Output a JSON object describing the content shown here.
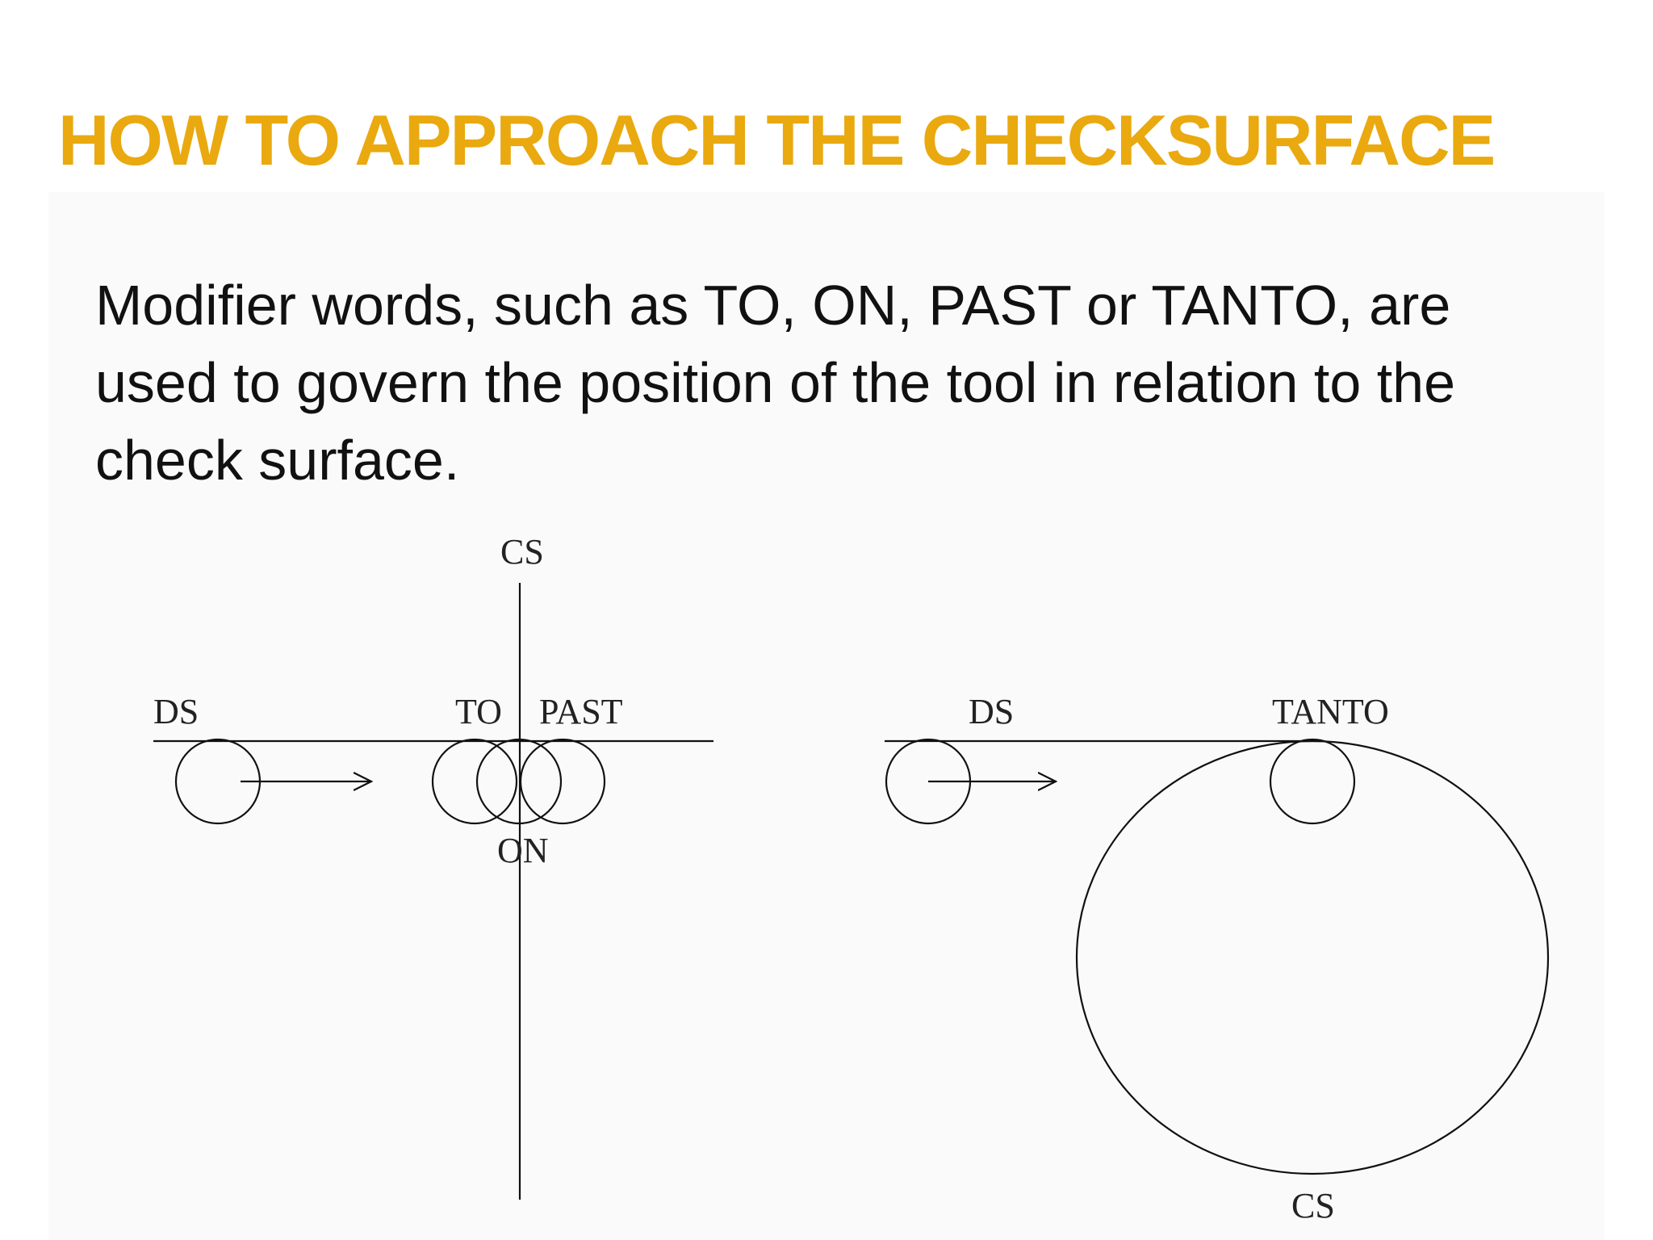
{
  "slide": {
    "title": "HOW TO APPROACH THE CHECKSURFACE",
    "body": "Modifier words, such as TO, ON, PAST or TANTO, are used to govern the position of the tool in relation  to the check surface."
  },
  "colors": {
    "title": "#e9a90f",
    "text": "#111111",
    "line": "#111111"
  },
  "diagram_left": {
    "cs_label": "CS",
    "ds_label": "DS",
    "to_label": "TO",
    "past_label": "PAST",
    "on_label": "ON"
  },
  "diagram_right": {
    "ds_label": "DS",
    "tanto_label": "TANTO",
    "cs_label": "CS"
  }
}
